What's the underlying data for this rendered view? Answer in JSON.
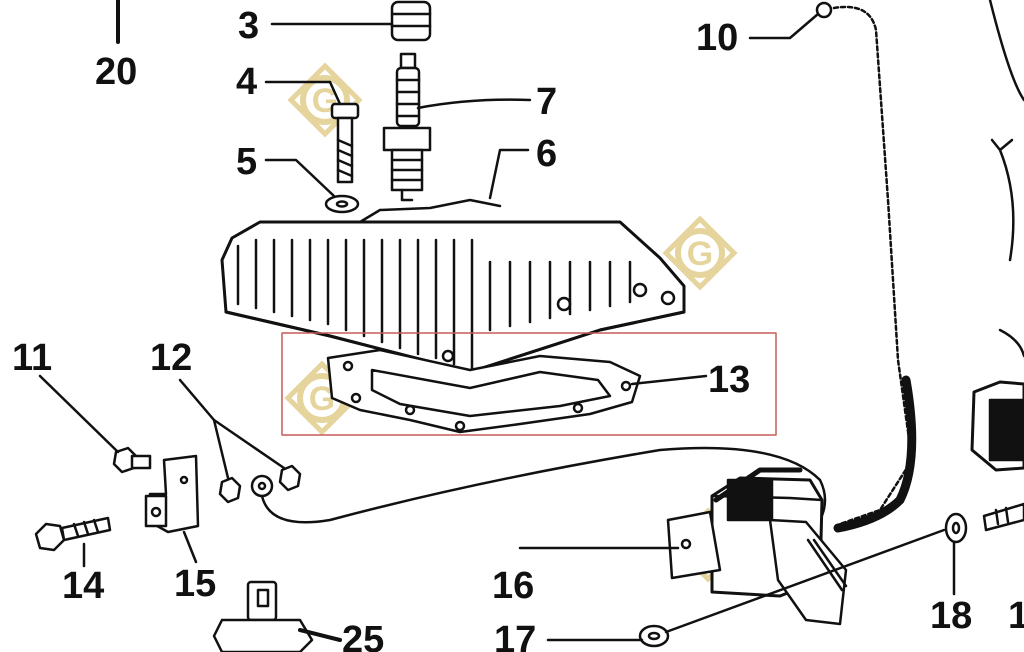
{
  "diagram": {
    "type": "exploded-parts-diagram",
    "line_color": "#111111",
    "highlight_color": "#c85a5a",
    "watermark_color": "#c9a227",
    "watermark_glyph": "G",
    "highlighted_part": "13",
    "callouts": {
      "p3": "3",
      "p4": "4",
      "p5": "5",
      "p6": "6",
      "p7": "7",
      "p10": "10",
      "p11": "11",
      "p12": "12",
      "p13": "13",
      "p14": "14",
      "p15": "15",
      "p16": "16",
      "p17": "17",
      "p18": "18",
      "p20": "20",
      "p25": "25",
      "p19": "1"
    }
  }
}
